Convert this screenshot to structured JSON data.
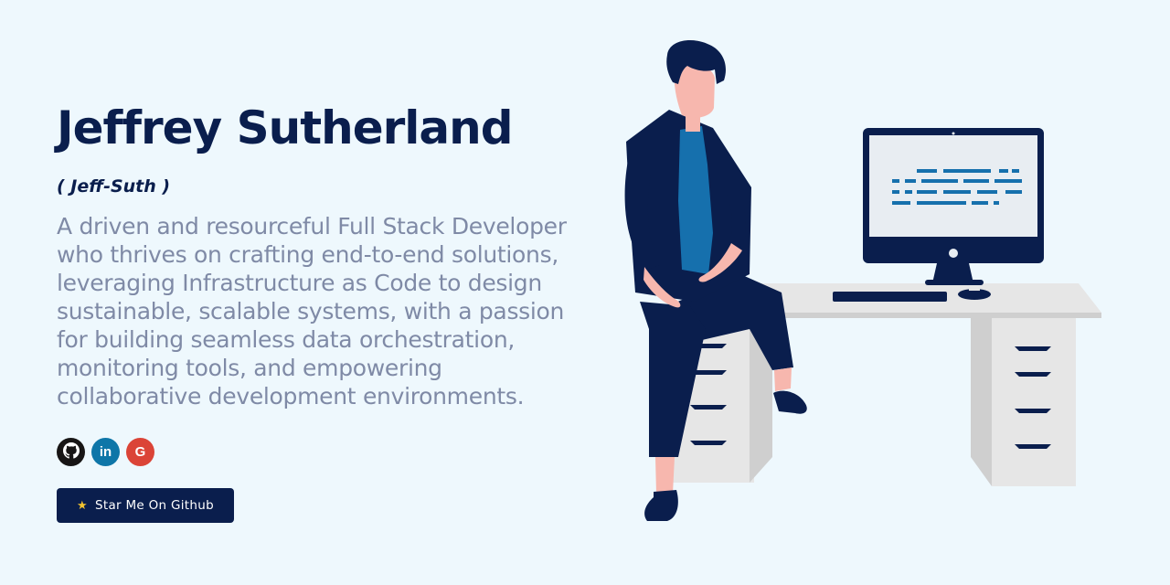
{
  "hero": {
    "name": "Jeffrey Sutherland",
    "handle": "( Jeff-Suth )",
    "bio": "A driven and resourceful Full Stack Developer who thrives on crafting end-to-end solutions, leveraging Infrastructure as Code to design sustainable, scalable systems, with a passion for building seamless data orchestration, monitoring tools, and empowering collaborative development environments."
  },
  "socials": [
    {
      "name": "GitHub",
      "icon": "github-icon",
      "color": "#171515"
    },
    {
      "name": "LinkedIn",
      "icon": "linkedin-icon",
      "glyph": "in",
      "color": "#0e76a8"
    },
    {
      "name": "Google",
      "icon": "google-icon",
      "glyph": "G",
      "color": "#db4437"
    }
  ],
  "cta": {
    "star_icon": "★",
    "label": "Star Me On Github"
  },
  "colors": {
    "background": "#eef8fd",
    "primary": "#0a1e4d",
    "body_text": "#7f8aa6",
    "accent_blue": "#1670ad"
  }
}
